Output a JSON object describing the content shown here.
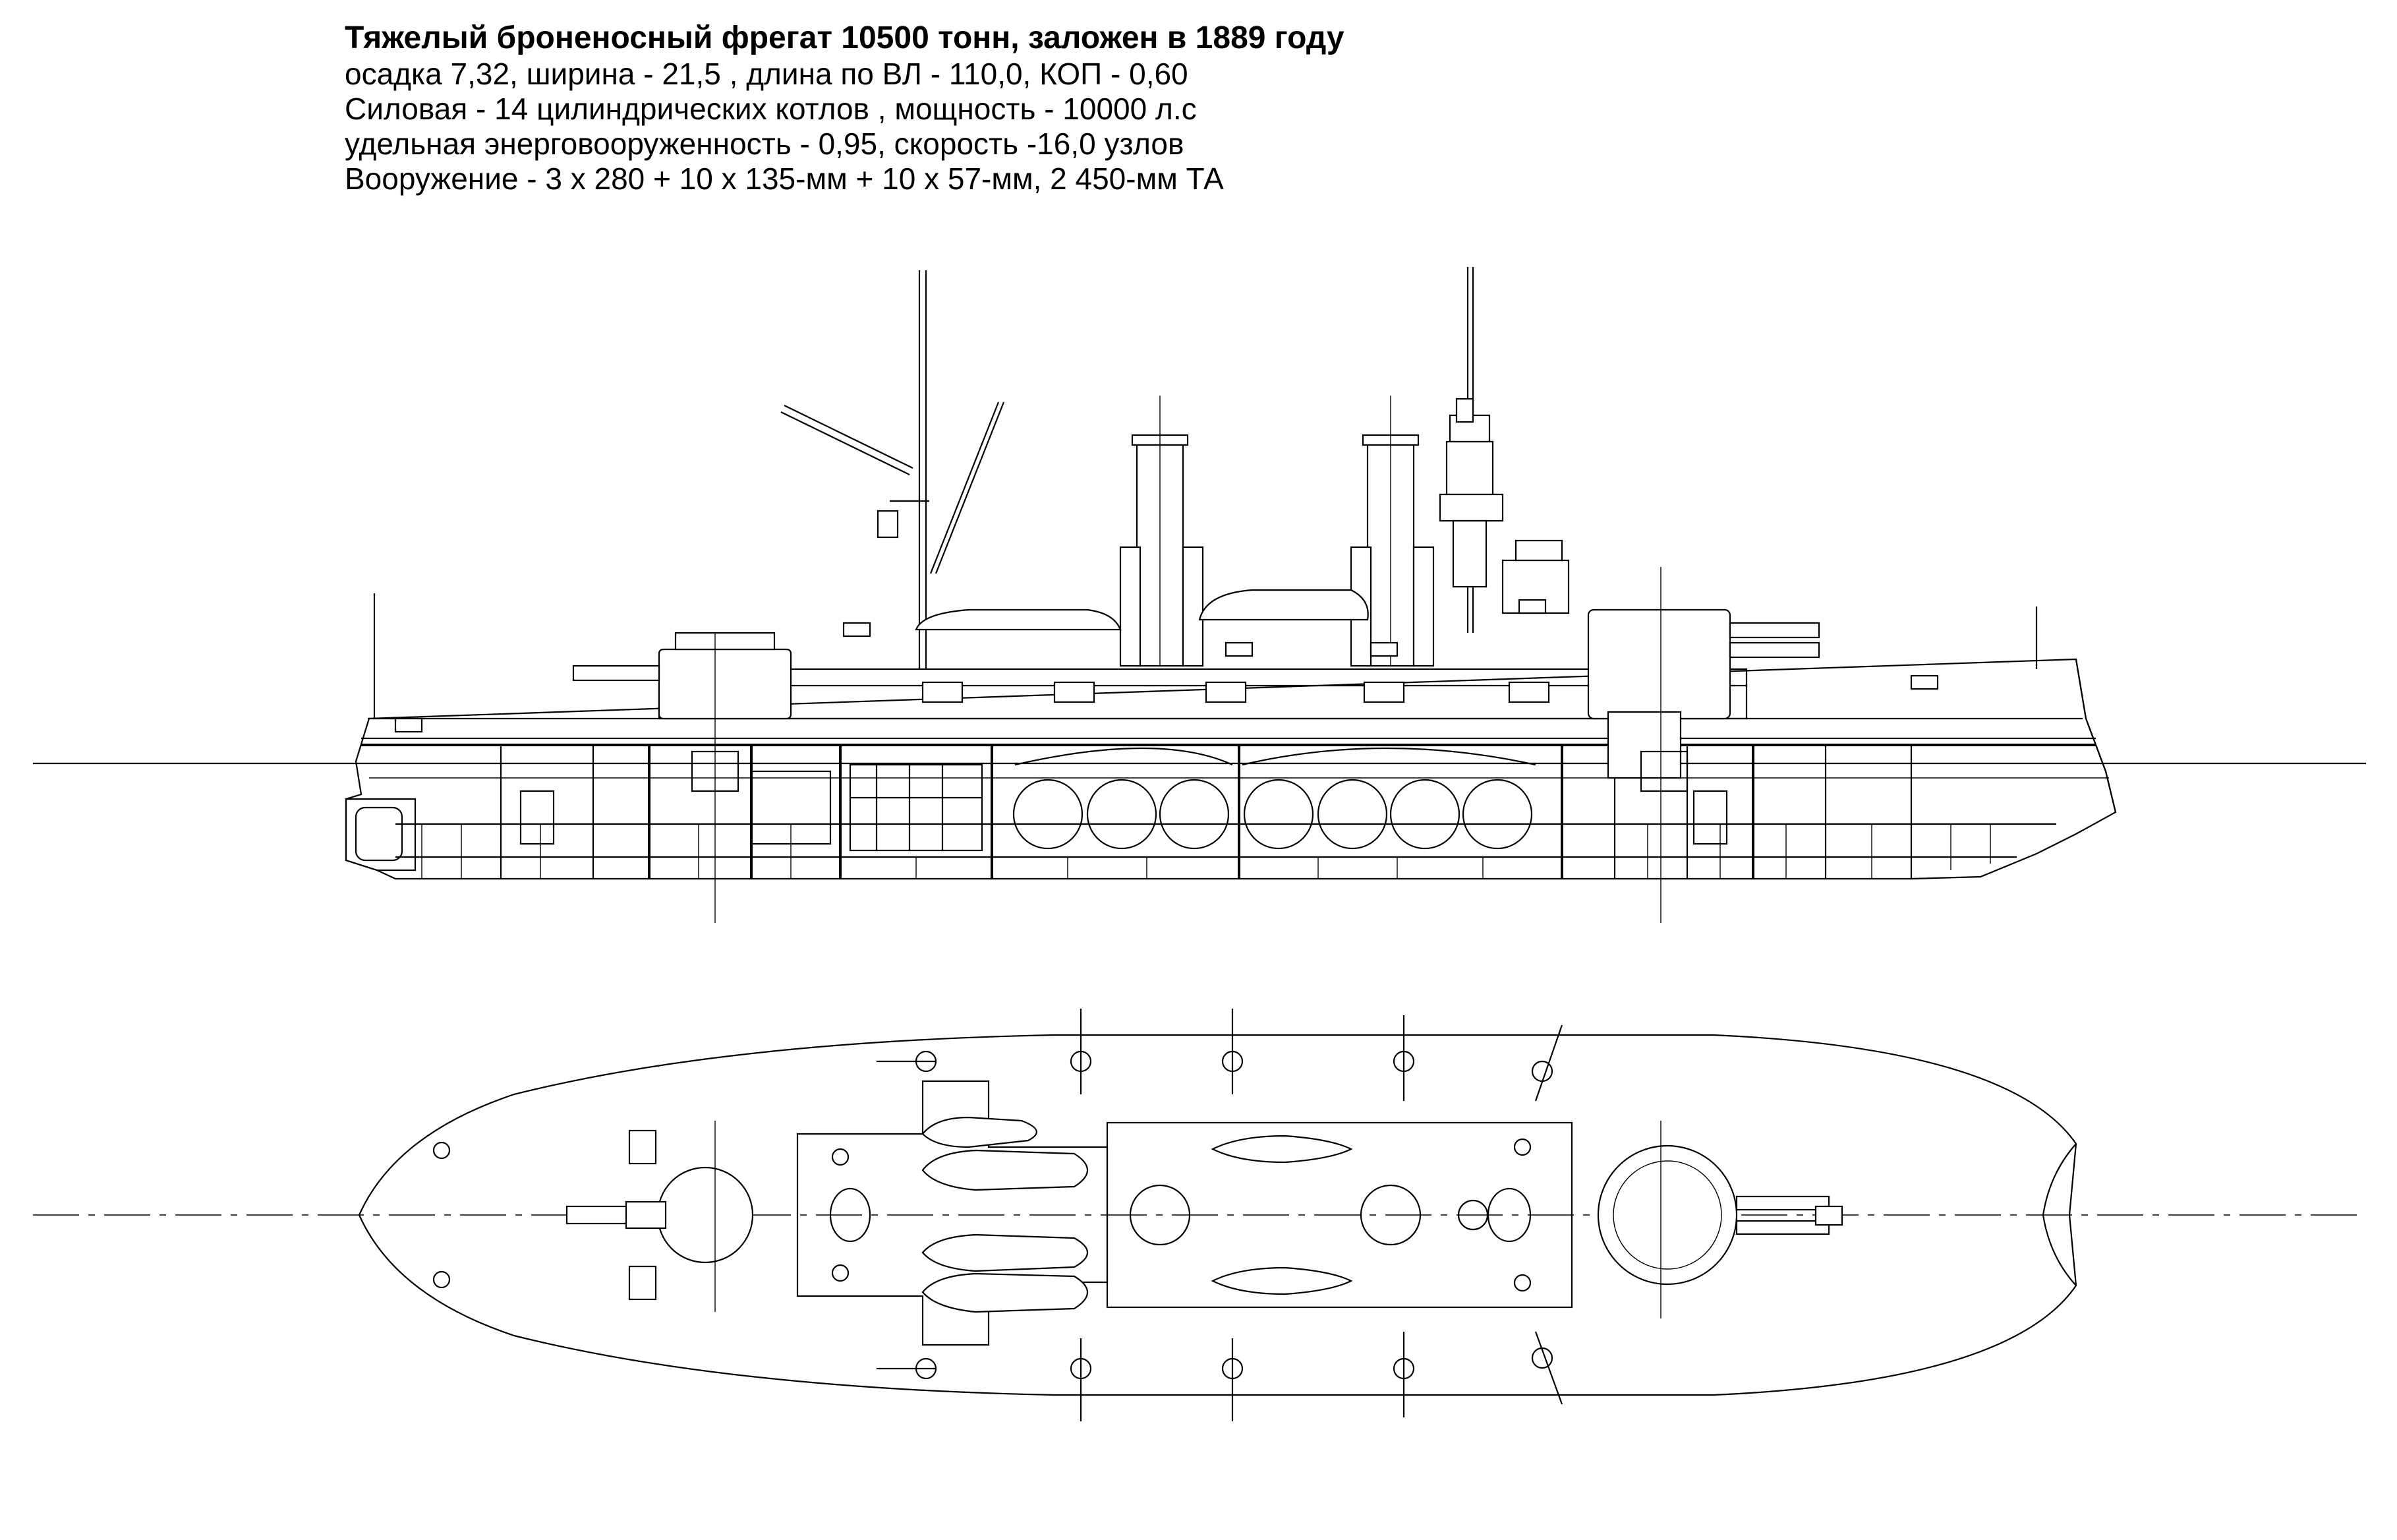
{
  "spec": {
    "title": "Тяжелый броненосный фрегат 10500 тонн, заложен в 1889 году",
    "line1": "осадка 7,32, ширина - 21,5 , длина по ВЛ - 110,0, КОП - 0,60",
    "line2": "Силовая - 14 цилиндрических котлов , мощность - 10000 л.с",
    "line3": "удельная энерговооруженность - 0,95, скорость -16,0 узлов",
    "line4": "Вооружение - 3 х 280 + 10 х 135-мм + 10 х 57-мм, 2 450-мм ТА"
  },
  "drawing": {
    "views": [
      "side-profile",
      "deck-plan"
    ],
    "counts": {
      "boilers_visible": 7,
      "funnels": 2,
      "masts": 2,
      "main_turrets": 2
    }
  }
}
